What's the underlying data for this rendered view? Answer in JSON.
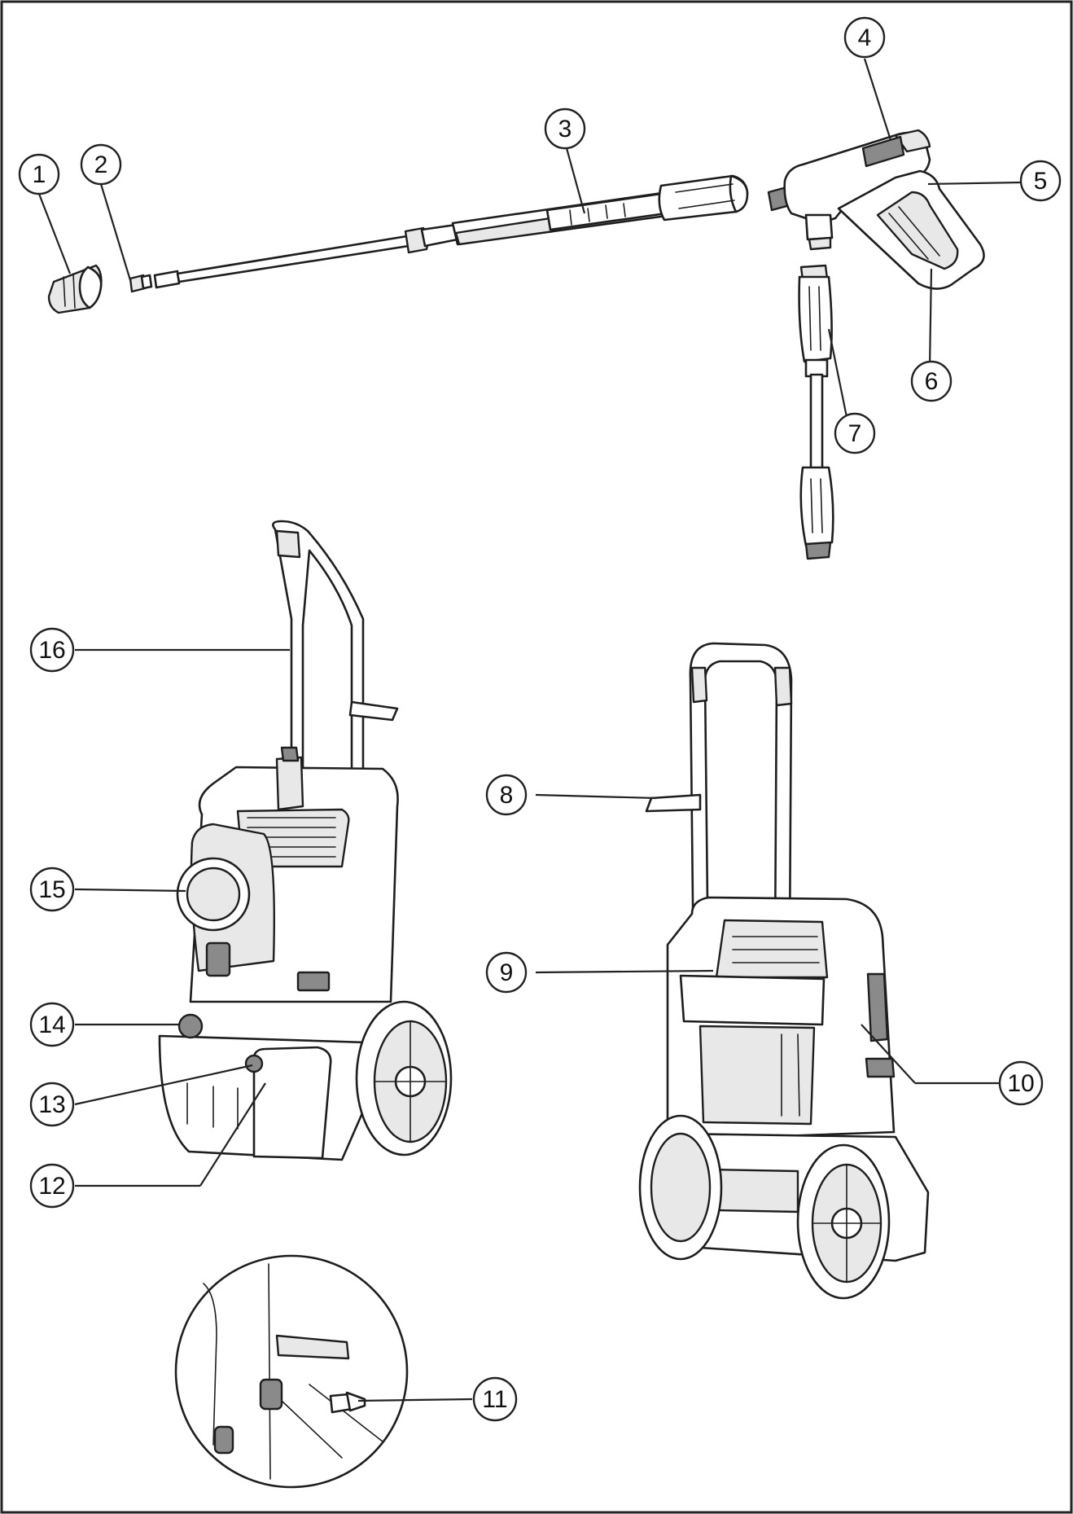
{
  "figure": {
    "callouts": [
      {
        "id": "1",
        "label": "1"
      },
      {
        "id": "2",
        "label": "2"
      },
      {
        "id": "3",
        "label": "3"
      },
      {
        "id": "4",
        "label": "4"
      },
      {
        "id": "5",
        "label": "5"
      },
      {
        "id": "6",
        "label": "6"
      },
      {
        "id": "7",
        "label": "7"
      },
      {
        "id": "8",
        "label": "8"
      },
      {
        "id": "9",
        "label": "9"
      },
      {
        "id": "10",
        "label": "10"
      },
      {
        "id": "11",
        "label": "11"
      },
      {
        "id": "12",
        "label": "12"
      },
      {
        "id": "13",
        "label": "13"
      },
      {
        "id": "14",
        "label": "14"
      },
      {
        "id": "15",
        "label": "15"
      },
      {
        "id": "16",
        "label": "16"
      }
    ]
  }
}
